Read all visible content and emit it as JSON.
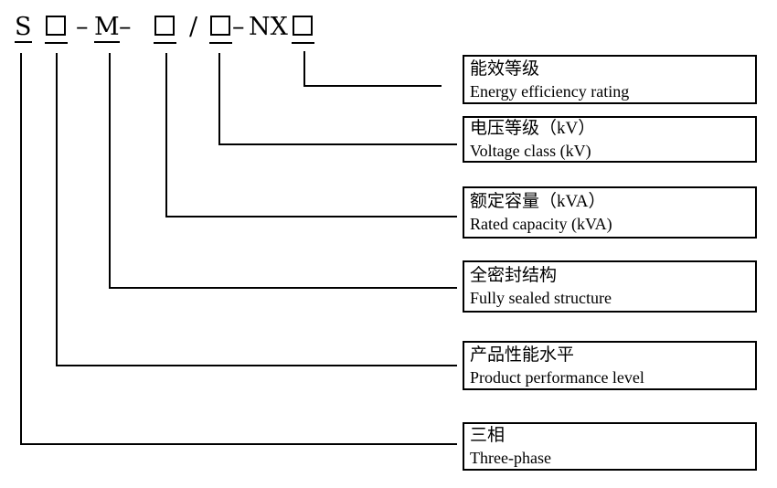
{
  "formula": {
    "s": "S",
    "m": "M",
    "nx": "NX",
    "dash": "–",
    "slash": "/"
  },
  "boxes": [
    {
      "zh": "能效等级",
      "en": "Energy efficiency rating"
    },
    {
      "zh": "电压等级（kV）",
      "en": "Voltage class (kV)"
    },
    {
      "zh": "额定容量（kVA）",
      "en": "Rated capacity (kVA)"
    },
    {
      "zh": "全密封结构",
      "en": "Fully sealed structure"
    },
    {
      "zh": "产品性能水平",
      "en": "Product performance level"
    },
    {
      "zh": "三相",
      "en": "Three-phase"
    }
  ],
  "colors": {
    "ink": "#000000",
    "background": "#ffffff"
  }
}
